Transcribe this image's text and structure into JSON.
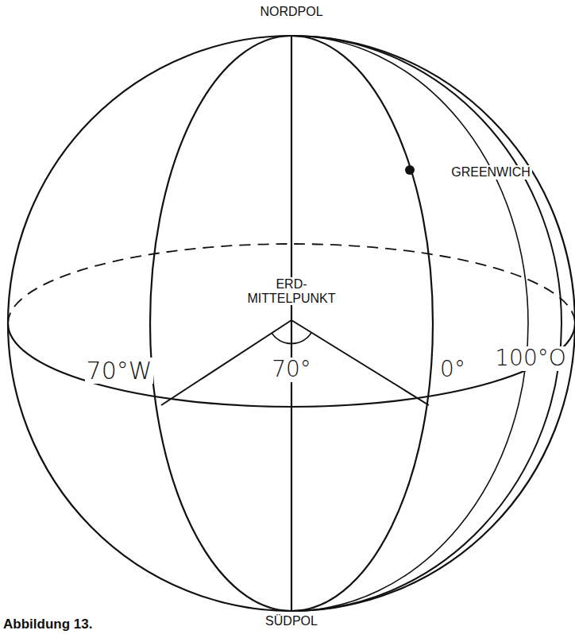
{
  "diagram": {
    "caption": "Abbildung 13.",
    "labels": [
      "NORDPOL",
      "GREENWICH",
      "ERD- MITTELPUNKT",
      "70°W",
      "70°",
      "0°",
      "100°O",
      "SÜDPOL"
    ]
  }
}
